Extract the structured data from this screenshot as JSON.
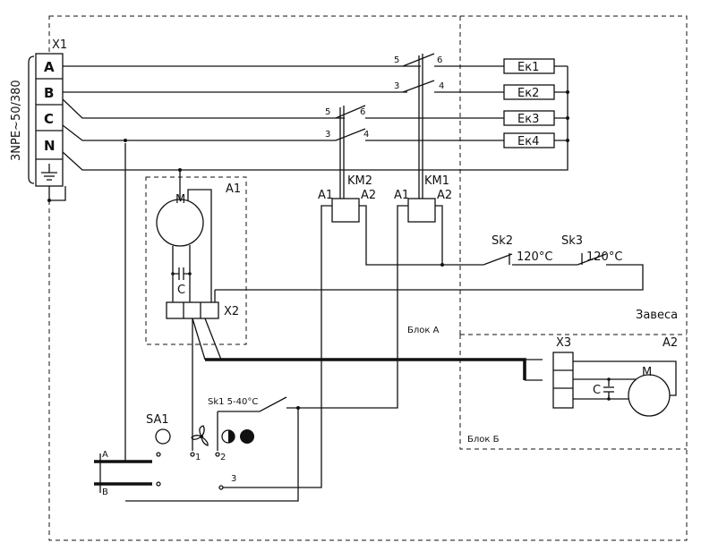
{
  "labels": {
    "x1": "X1",
    "x2": "X2",
    "x3": "X3",
    "a1": "A1",
    "a2": "A2",
    "km2": "KM2",
    "km1": "KM1",
    "km2_a1": "A1",
    "km2_a2": "A2",
    "km1_a1": "A1",
    "km1_a2": "A2",
    "motor_a1": "M",
    "motor_a2": "M",
    "cap_a1": "C",
    "cap_a2": "C",
    "sa1": "SA1",
    "sk1": "Sk1 5-40°C",
    "sk2": "Sk2",
    "sk3": "Sk3",
    "sk2_temp": "120°C",
    "sk3_temp": "120°C",
    "supply": "3NPE~50/380",
    "zaves": "Завеса",
    "blok_a": "Блок А",
    "blok_b": "Блок Б",
    "sw_a": "A",
    "sw_b": "B",
    "pos_1": "1",
    "pos_2": "2",
    "pos_3": "3"
  },
  "terminals": [
    "A",
    "B",
    "C",
    "N"
  ],
  "heaters": [
    "Ек1",
    "Ек2",
    "Ек3",
    "Ек4"
  ],
  "contact_numbers": {
    "km1_in_a": "5",
    "km1_out_a": "6",
    "km1_in_b": "3",
    "km1_out_b": "4",
    "km2_in_c": "5",
    "km2_out_c": "6",
    "km2_in_n": "3",
    "km2_out_n": "4"
  },
  "icons": {
    "fan": "fan-icon",
    "half_circle": "half-filled-circle-icon",
    "full_circle": "filled-circle-icon",
    "ground": "ground-icon"
  }
}
